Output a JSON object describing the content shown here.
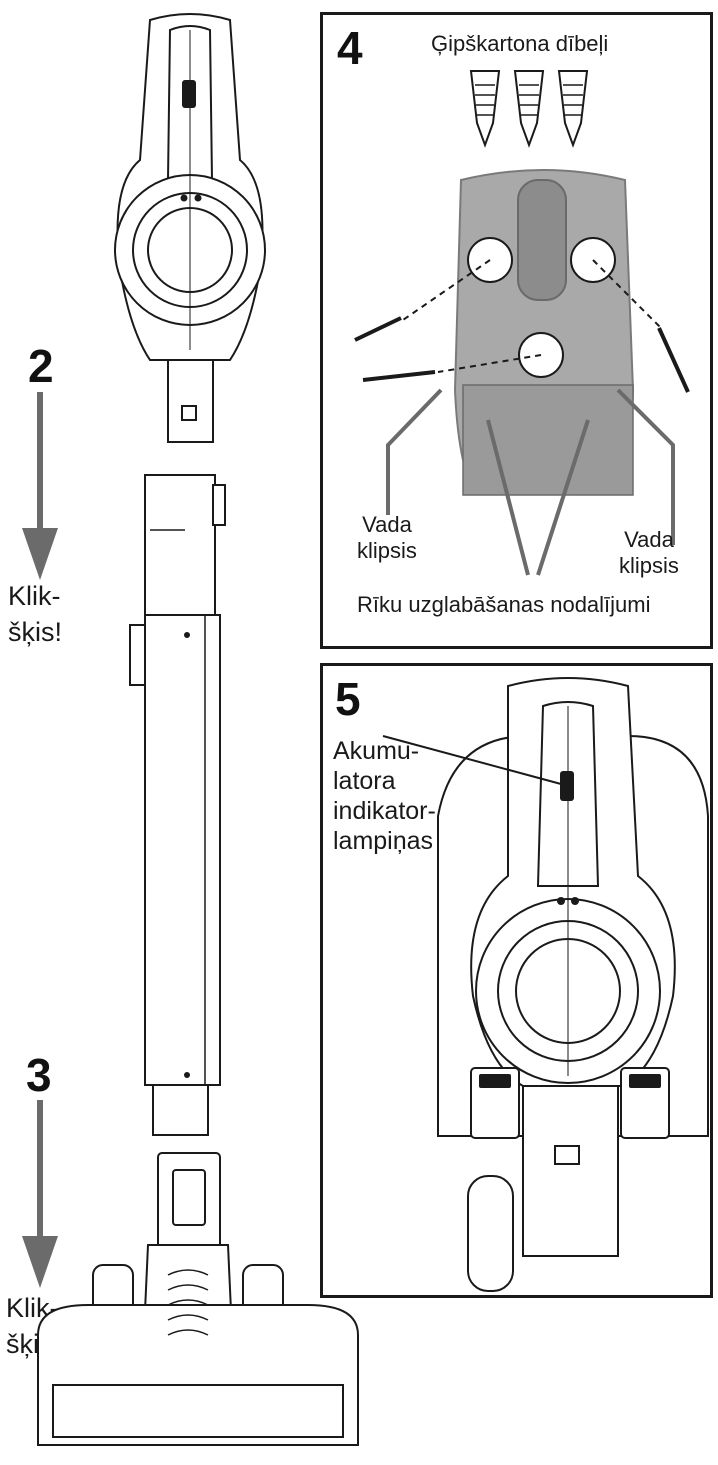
{
  "steps": {
    "step2": {
      "number": "2",
      "click_text": "Klik-\nšķis!"
    },
    "step3": {
      "number": "3",
      "click_text": "Klik-\nšķis!"
    }
  },
  "panel4": {
    "number": "4",
    "drywall_anchors": "Ģipškartona dībeļi",
    "cord_clip_left": "Vada\nklipsis",
    "cord_clip_right": "Vada\nklipsis",
    "tool_storage": "Rīku uzglabāšanas nodalījumi"
  },
  "panel5": {
    "number": "5",
    "battery_indicator": "Akumu-\nlatora\nindikator-\nlampiņas"
  },
  "colors": {
    "line": "#1a1a1a",
    "arrow": "#6b6b6b",
    "mount": "#a9a9a9",
    "mount_dark": "#8c8c8c"
  }
}
